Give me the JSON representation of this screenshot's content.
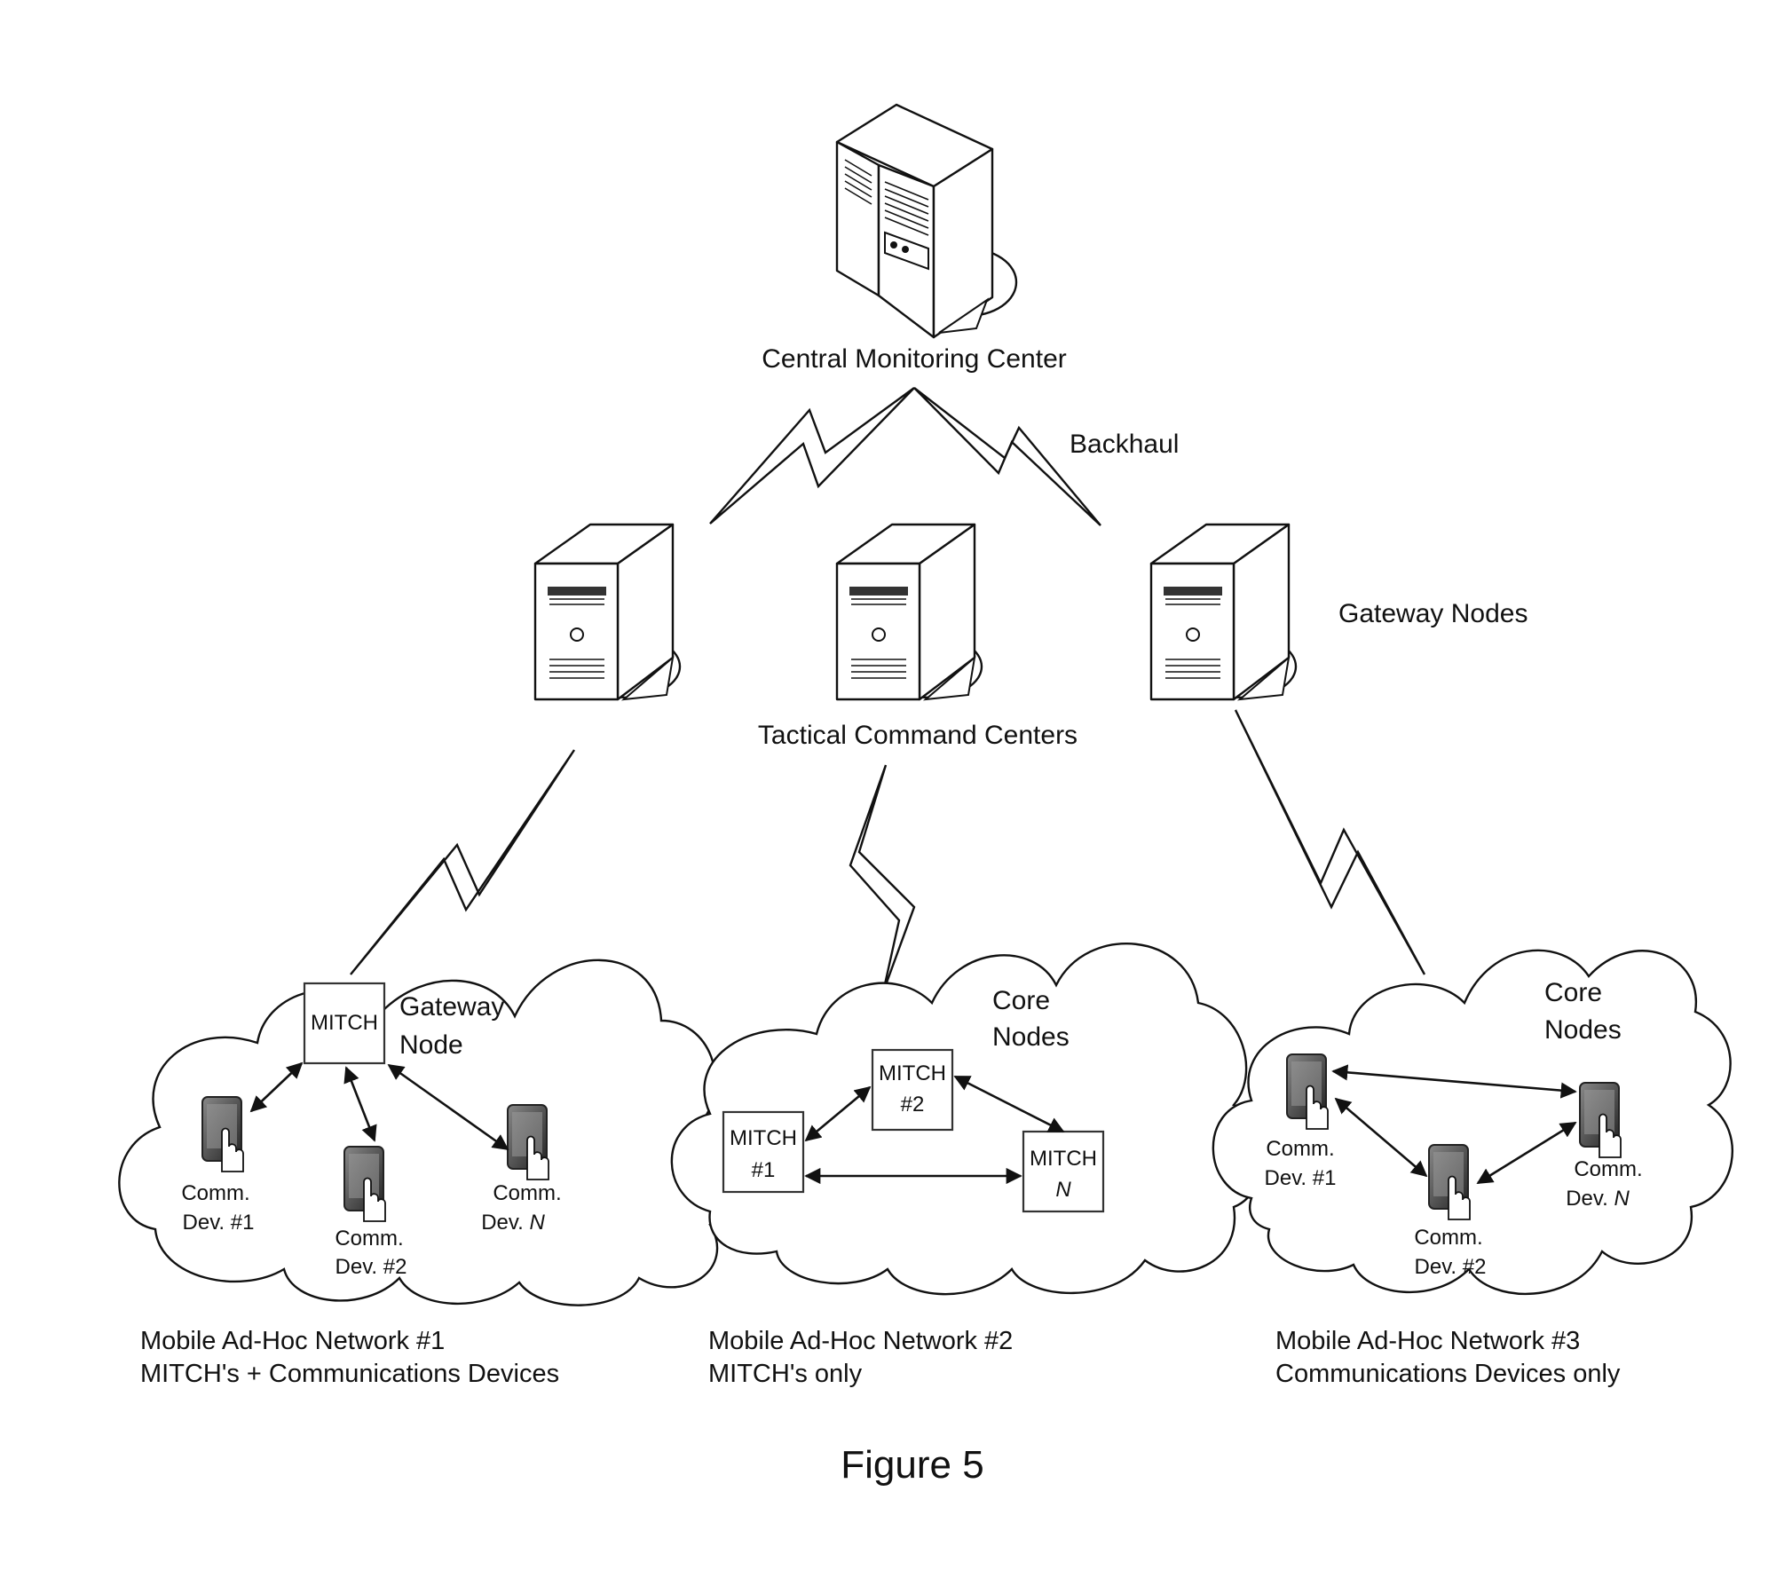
{
  "central": {
    "label": "Central Monitoring Center",
    "backhaul_label": "Backhaul"
  },
  "tactical": {
    "label": "Tactical Command Centers",
    "gateway_label": "Gateway Nodes"
  },
  "network1": {
    "mitch_label": "MITCH",
    "node_label_line1": "Gateway",
    "node_label_line2": "Node",
    "devices": [
      {
        "line1": "Comm.",
        "line2": "Dev. #1"
      },
      {
        "line1": "Comm.",
        "line2": "Dev. #2"
      },
      {
        "line1": "Comm.",
        "line2": "Dev.",
        "suffix": "N"
      }
    ],
    "caption_line1": "Mobile Ad-Hoc Network #1",
    "caption_line2": "MITCH's + Communications Devices"
  },
  "network2": {
    "core_line1": "Core",
    "core_line2": "Nodes",
    "mitches": [
      {
        "line1": "MITCH",
        "line2": "#1"
      },
      {
        "line1": "MITCH",
        "line2": "#2"
      },
      {
        "line1": "MITCH",
        "line2": "N"
      }
    ],
    "caption_line1": "Mobile Ad-Hoc Network #2",
    "caption_line2": "MITCH's only"
  },
  "network3": {
    "core_line1": "Core",
    "core_line2": "Nodes",
    "devices": [
      {
        "line1": "Comm.",
        "line2": "Dev. #1"
      },
      {
        "line1": "Comm.",
        "line2": "Dev. #2"
      },
      {
        "line1": "Comm.",
        "line2": "Dev.",
        "suffix": "N"
      }
    ],
    "caption_line1": "Mobile Ad-Hoc Network #3",
    "caption_line2": "Communications Devices only"
  },
  "figure_label": "Figure 5"
}
